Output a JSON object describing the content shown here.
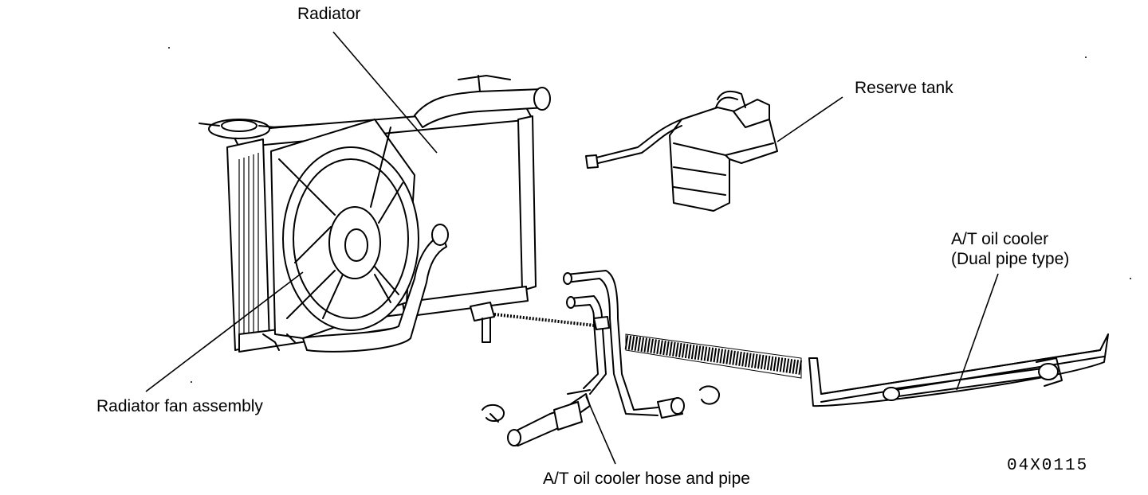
{
  "labels": {
    "radiator": "Radiator",
    "reserve_tank": "Reserve tank",
    "at_oil_cooler_line1": "A/T oil cooler",
    "at_oil_cooler_line2": "(Dual pipe type)",
    "radiator_fan_assembly": "Radiator fan assembly",
    "at_oil_cooler_hose_pipe": "A/T oil cooler hose and pipe",
    "figure_code": "04X0115"
  }
}
